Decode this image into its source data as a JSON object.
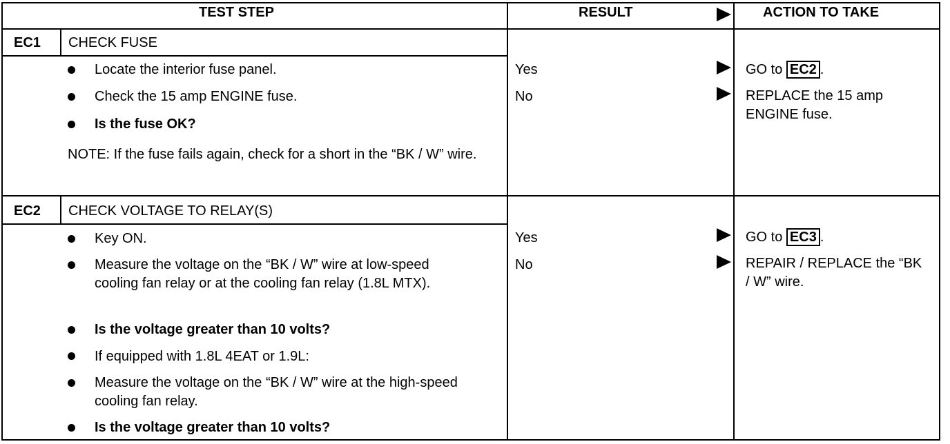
{
  "header": {
    "test_step": "TEST STEP",
    "result": "RESULT",
    "action": "ACTION TO TAKE"
  },
  "steps": [
    {
      "code": "EC1",
      "title": "CHECK FUSE",
      "items": [
        "Locate the interior fuse panel.",
        "Check the 15 amp ENGINE fuse.",
        "Is the fuse OK?"
      ],
      "note": "NOTE: If the fuse fails again, check for a short in the “BK / W” wire.",
      "results": [
        {
          "label": "Yes",
          "action_prefix": "GO to",
          "action_ref": "EC2",
          "action_suffix": "."
        },
        {
          "label": "No",
          "action": "REPLACE the 15 amp ENGINE fuse."
        }
      ]
    },
    {
      "code": "EC2",
      "title": "CHECK VOLTAGE TO RELAY(S)",
      "items": [
        "Key ON.",
        "Measure the voltage on the “BK / W” wire at low-speed cooling fan relay or at the cooling fan relay (1.8L MTX).",
        "Is the voltage greater than 10 volts?",
        "If equipped with 1.8L 4EAT or 1.9L:",
        "Measure the voltage on the “BK / W” wire at the high-speed cooling fan relay.",
        "Is the voltage greater than 10 volts?"
      ],
      "results": [
        {
          "label": "Yes",
          "action_prefix": "GO to",
          "action_ref": "EC3",
          "action_suffix": "."
        },
        {
          "label": "No",
          "action": "REPAIR / REPLACE the “BK / W” wire."
        }
      ]
    }
  ]
}
